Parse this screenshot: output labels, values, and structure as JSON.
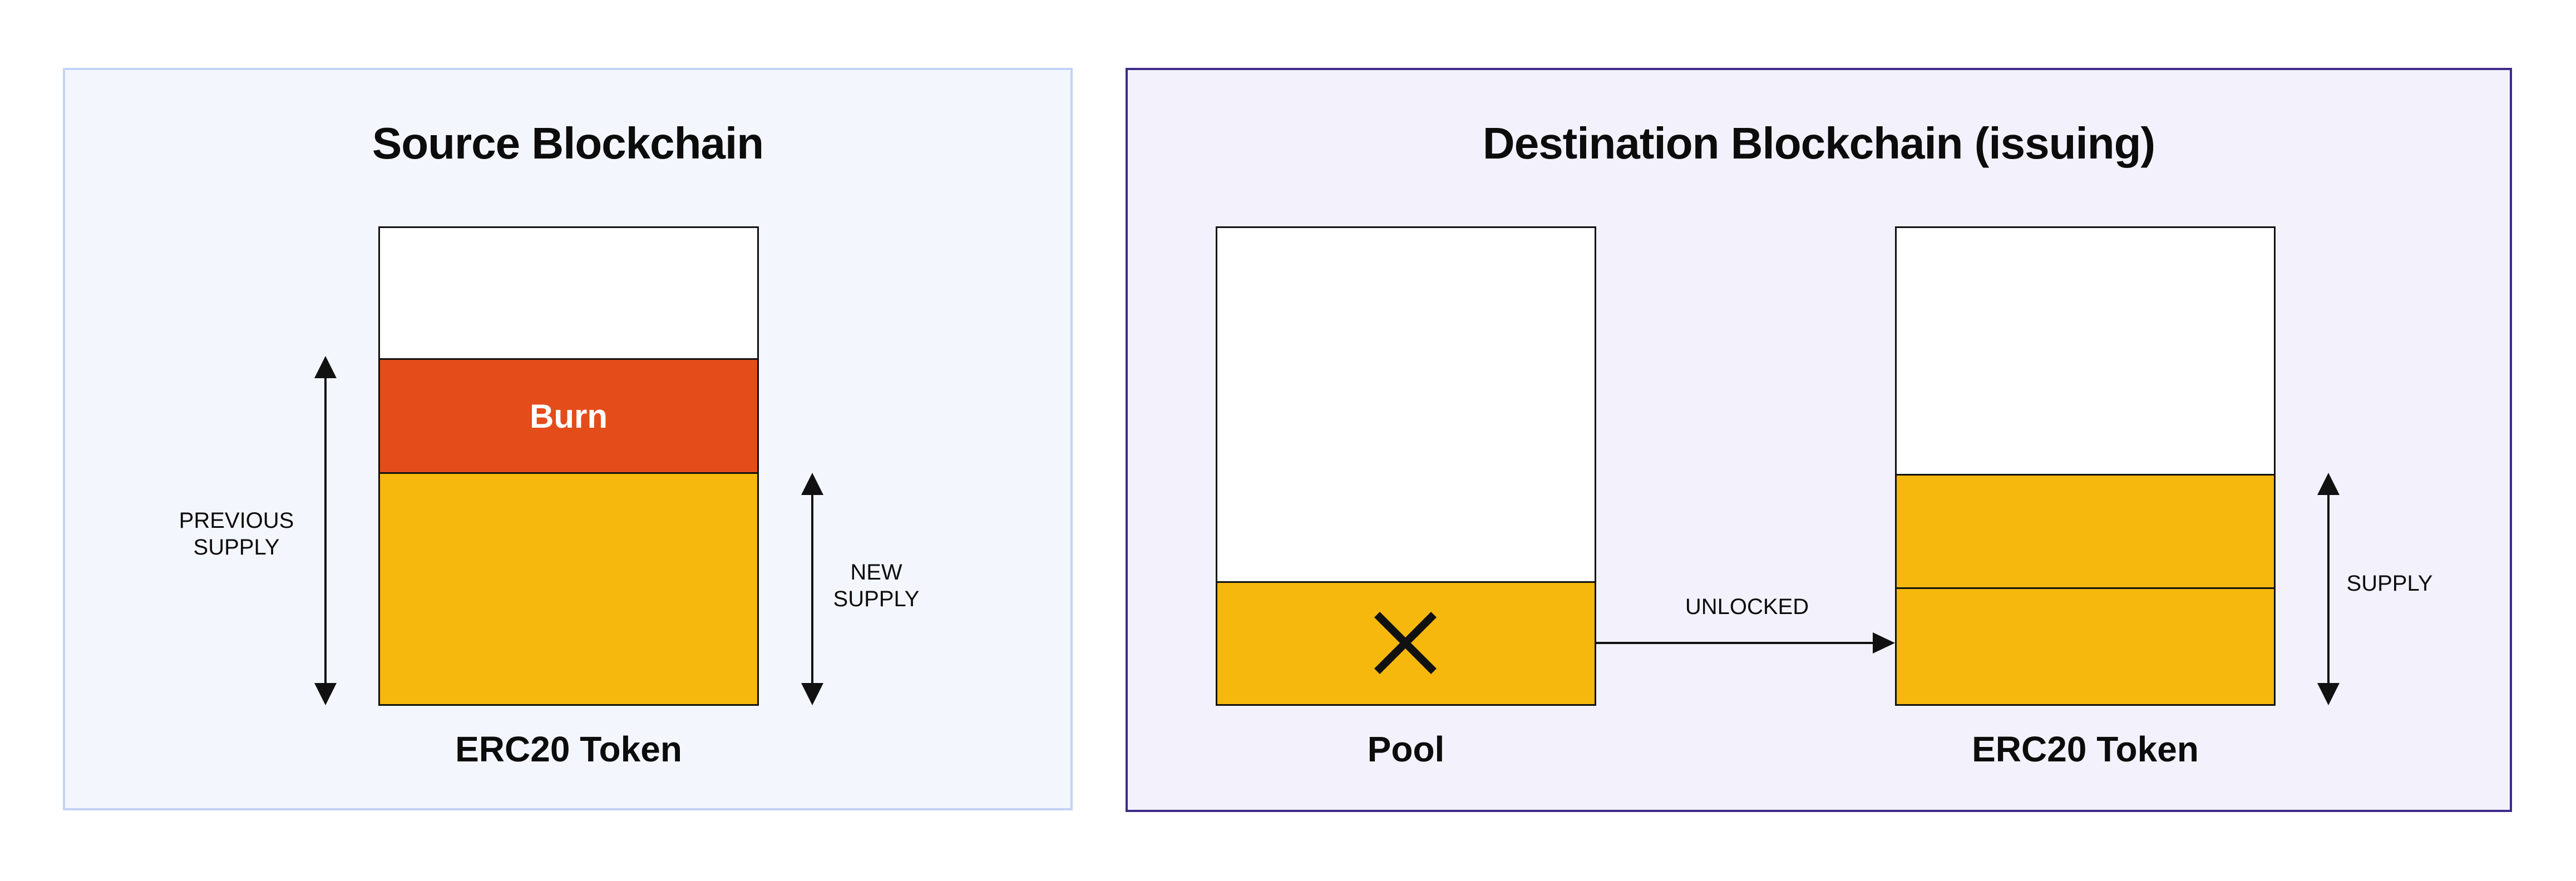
{
  "colors": {
    "token": "#f6b80c",
    "burn": "#e44c1a",
    "empty": "#ffffff",
    "left_panel_bg": "#f4f6fd",
    "left_panel_border": "#c3d3f6",
    "right_panel_bg": "#f3f2fc",
    "right_panel_border": "#3e2a8b"
  },
  "source": {
    "title": "Source Blockchain",
    "token_caption": "ERC20 Token",
    "burn_label": "Burn",
    "previous_supply_label": "PREVIOUS\nSUPPLY",
    "new_supply_label": "NEW\nSUPPLY"
  },
  "destination": {
    "title": "Destination Blockchain (issuing)",
    "pool_caption": "Pool",
    "pool_mark_icon": "x-mark-icon",
    "token_caption": "ERC20 Token",
    "unlocked_label": "UNLOCKED",
    "supply_label": "SUPPLY"
  }
}
